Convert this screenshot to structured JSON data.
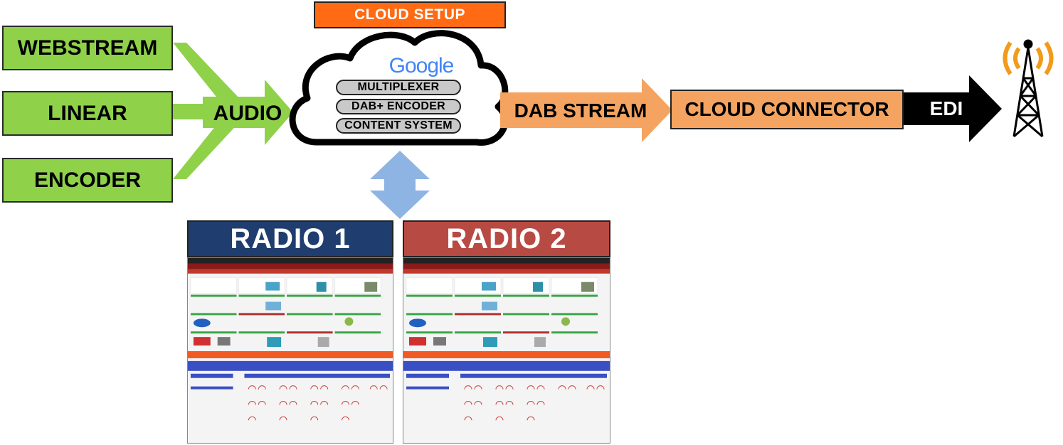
{
  "sources": [
    {
      "label": "WEBSTREAM"
    },
    {
      "label": "LINEAR"
    },
    {
      "label": "ENCODER"
    }
  ],
  "audio_label": "AUDIO",
  "cloud_setup_label": "CLOUD SETUP",
  "cloud": {
    "logo": "Google",
    "components": [
      "MULTIPLEXER",
      "DAB+ ENCODER",
      "CONTENT SYSTEM"
    ]
  },
  "dab_stream_label": "DAB STREAM",
  "cloud_connector_label": "CLOUD CONNECTOR",
  "edi_label": "EDI",
  "radios": [
    {
      "title": "RADIO 1",
      "color": "#1f3d6e"
    },
    {
      "title": "RADIO 2",
      "color": "#b84a44"
    }
  ],
  "colors": {
    "green": "#8fd24a",
    "orange": "#f4a460",
    "cloud_setup": "#ff6a13",
    "blue_arrow": "#8eb4e3"
  },
  "icons": [
    "radio-tower-icon",
    "bidirectional-arrow-icon"
  ]
}
